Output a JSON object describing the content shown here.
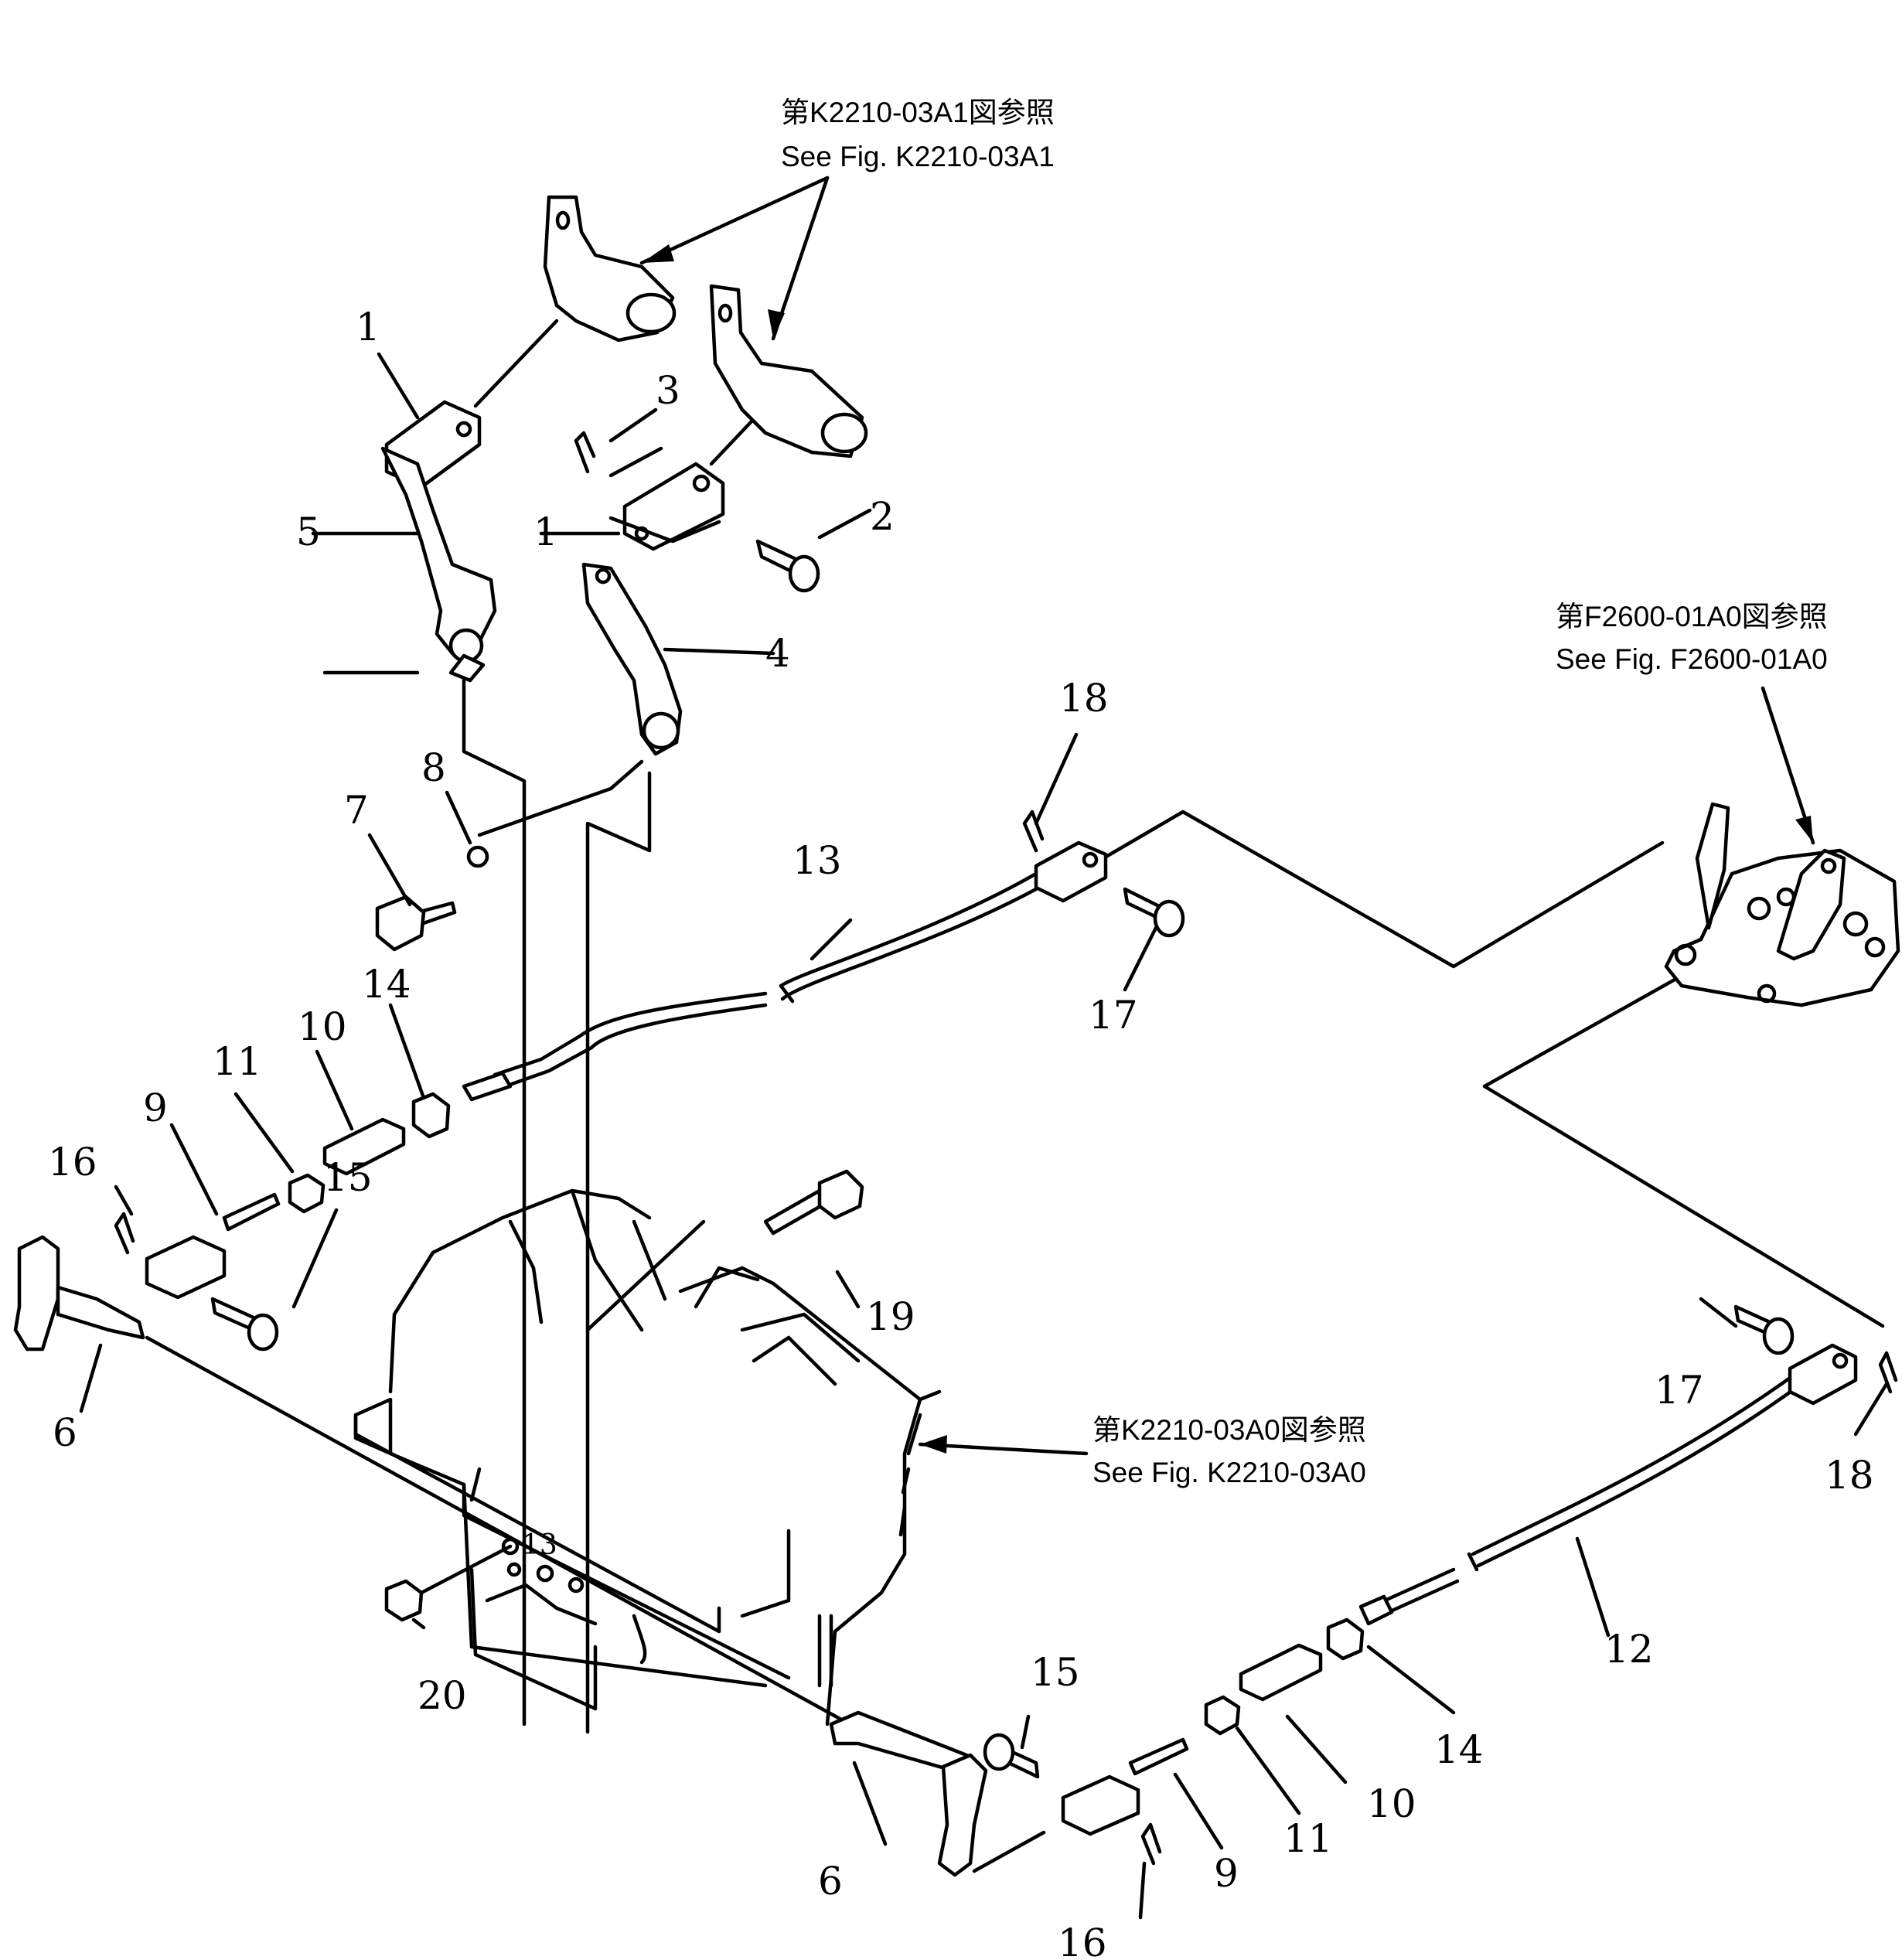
{
  "references": [
    {
      "jp": "第K2210-03A1図参照",
      "en": "See Fig. K2210-03A1"
    },
    {
      "jp": "第F2600-01A0図参照",
      "en": "See Fig. F2600-01A0"
    },
    {
      "jp": "第K2210-03A0図参照",
      "en": "See Fig. K2210-03A0"
    }
  ],
  "callouts": [
    "1",
    "1",
    "2",
    "3",
    "4",
    "5",
    "6",
    "6",
    "7",
    "8",
    "9",
    "9",
    "10",
    "10",
    "11",
    "11",
    "12",
    "13",
    "13",
    "14",
    "14",
    "15",
    "15",
    "16",
    "16",
    "17",
    "17",
    "18",
    "18",
    "19",
    "20"
  ]
}
